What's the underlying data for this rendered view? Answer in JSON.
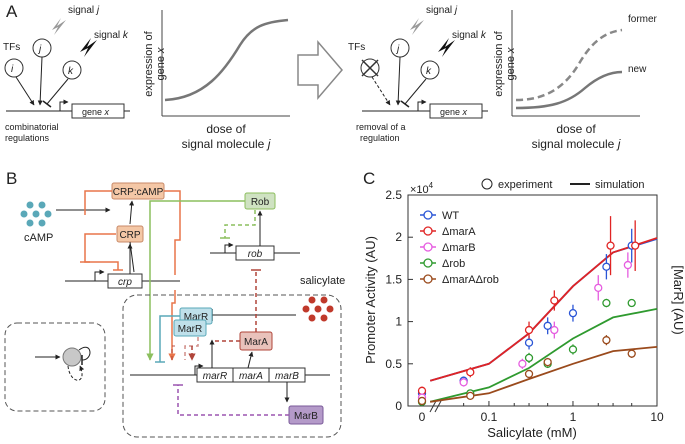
{
  "panel_a": {
    "label": "A",
    "tfs": "TFs",
    "node_i": "i",
    "node_j": "j",
    "node_k": "k",
    "signal_j_word": "signal",
    "signal_j_var": "j",
    "signal_k_word": "signal",
    "signal_k_var": "k",
    "gene_word": "gene",
    "gene_var": "x",
    "caption_left_1": "combinatorial",
    "caption_left_2": "regulations",
    "caption_right_1": "removal of a",
    "caption_right_2": "regulation",
    "plot_ylabel_1": "expression of",
    "plot_ylabel_2_word": "gene",
    "plot_ylabel_2_var": "x",
    "plot_xlabel_1": "dose of",
    "plot_xlabel_2_word": "signal molecule",
    "plot_xlabel_2_var": "j",
    "legend_former": "former",
    "legend_new": "new"
  },
  "panel_b": {
    "label": "B",
    "camp": "cAMP",
    "crp_camp": "CRP:cAMP",
    "crp_protein": "CRP",
    "crp_gene": "crp",
    "rob_protein": "Rob",
    "rob_gene": "rob",
    "salicylate": "salicylate",
    "marr_1": "MarR",
    "marr_2": "MarR",
    "mara_protein": "MarA",
    "marb_protein": "MarB",
    "gene_marr": "marR",
    "gene_mara": "marA",
    "gene_marb": "marB",
    "colors": {
      "crp": "#f4c7a6",
      "crp_line": "#e8754a",
      "rob": "#cfe2c2",
      "rob_line": "#8cbf5e",
      "marr": "#bfe0ea",
      "marr_line": "#5aa8b8",
      "mara": "#e9c2bb",
      "mara_line": "#b0453a",
      "marb": "#b49ac9",
      "marb_line": "#9b55b0"
    }
  },
  "panel_c": {
    "label": "C",
    "legend_experiment": "experiment",
    "legend_simulation": "simulation",
    "multiplier_base": "×10",
    "multiplier_exp": "4",
    "ylabel_left": "Promoter Activity (AU)",
    "ylabel_right": "[MarR] (AU)",
    "xlabel": "Salicylate (mM)"
  },
  "chart_data": {
    "type": "scatter",
    "title": "",
    "xlabel": "Salicylate (mM)",
    "ylabel": "Promoter Activity (AU)",
    "y2label": "[MarR] (AU)",
    "x_scale": "log",
    "xlim": [
      0.02,
      10
    ],
    "ylim": [
      0,
      2.5
    ],
    "y_multiplier": "×10^4",
    "x_ticks": [
      "0",
      "0.1",
      "1",
      "10"
    ],
    "y_ticks": [
      "0",
      "0.5",
      "1",
      "1.5",
      "2",
      "2.5"
    ],
    "legend_position": "top-left",
    "series": [
      {
        "name": "WT",
        "color": "#2a55d6",
        "points": [
          [
            0,
            0.15
          ],
          [
            0.05,
            0.3
          ],
          [
            0.3,
            0.75
          ],
          [
            0.5,
            0.95
          ],
          [
            1,
            1.1
          ],
          [
            2.5,
            1.65
          ],
          [
            5,
            1.9
          ]
        ],
        "errors": [
          0.05,
          0.05,
          0.08,
          0.1,
          0.1,
          0.15,
          0.2
        ],
        "fit": [
          [
            0.02,
            0.3
          ],
          [
            0.1,
            0.5
          ],
          [
            0.3,
            0.86
          ],
          [
            1,
            1.42
          ],
          [
            3,
            1.82
          ],
          [
            10,
            1.98
          ]
        ]
      },
      {
        "name": "ΔmarA",
        "color": "#e02424",
        "points": [
          [
            0,
            0.18
          ],
          [
            0.06,
            0.4
          ],
          [
            0.3,
            0.9
          ],
          [
            0.6,
            1.25
          ],
          [
            2.8,
            1.9
          ],
          [
            5.5,
            1.9
          ]
        ],
        "errors": [
          0.05,
          0.06,
          0.1,
          0.12,
          0.35,
          0.3
        ],
        "fit": [
          [
            0.02,
            0.3
          ],
          [
            0.1,
            0.5
          ],
          [
            0.3,
            0.86
          ],
          [
            1,
            1.42
          ],
          [
            3,
            1.82
          ],
          [
            10,
            1.99
          ]
        ]
      },
      {
        "name": "ΔmarB",
        "color": "#e65ce0",
        "points": [
          [
            0,
            0.1
          ],
          [
            0.05,
            0.28
          ],
          [
            0.25,
            0.5
          ],
          [
            0.6,
            0.9
          ],
          [
            2,
            1.4
          ],
          [
            4.5,
            1.67
          ]
        ],
        "errors": [
          0.04,
          0.05,
          0.06,
          0.1,
          0.15,
          0.15
        ],
        "fit": null
      },
      {
        "name": "Δrob",
        "color": "#2f9a2f",
        "points": [
          [
            0,
            0.05
          ],
          [
            0.06,
            0.15
          ],
          [
            0.3,
            0.57
          ],
          [
            0.5,
            0.5
          ],
          [
            1,
            0.67
          ],
          [
            2.5,
            1.22
          ],
          [
            5,
            1.22
          ]
        ],
        "errors": [
          0.03,
          0.04,
          0.06,
          0.05,
          0.06,
          0.05,
          0.04
        ],
        "fit": [
          [
            0.02,
            0.05
          ],
          [
            0.1,
            0.22
          ],
          [
            0.3,
            0.45
          ],
          [
            1,
            0.8
          ],
          [
            3,
            1.05
          ],
          [
            10,
            1.15
          ]
        ]
      },
      {
        "name": "ΔmarAΔrob",
        "color": "#9a4a1c",
        "points": [
          [
            0,
            0.06
          ],
          [
            0.06,
            0.12
          ],
          [
            0.3,
            0.38
          ],
          [
            0.5,
            0.52
          ],
          [
            2.5,
            0.78
          ],
          [
            5,
            0.62
          ]
        ],
        "errors": [
          0.03,
          0.03,
          0.04,
          0.05,
          0.06,
          0.05
        ],
        "fit": [
          [
            0.02,
            0.05
          ],
          [
            0.1,
            0.15
          ],
          [
            0.3,
            0.32
          ],
          [
            1,
            0.5
          ],
          [
            3,
            0.65
          ],
          [
            10,
            0.7
          ]
        ]
      }
    ]
  }
}
